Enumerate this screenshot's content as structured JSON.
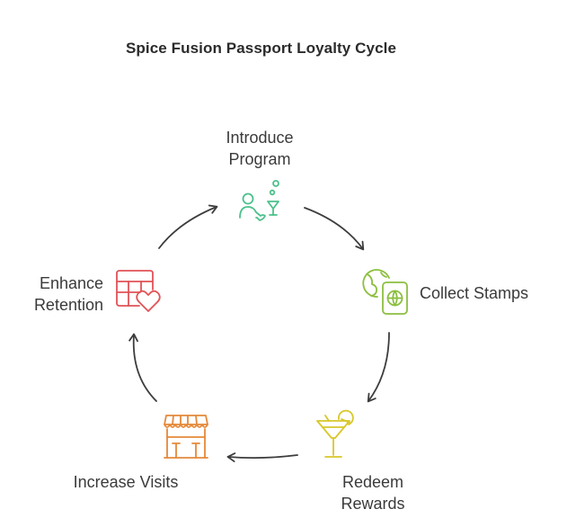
{
  "title": "Spice Fusion Passport Loyalty Cycle",
  "colors": {
    "arrow": "#3d3d3d",
    "introduce": "#4cc08b",
    "collect": "#8cbf3f",
    "redeem": "#d8c72a",
    "visits": "#e5893a",
    "retention": "#e05357"
  },
  "steps": [
    {
      "id": "introduce",
      "label_lines": [
        "Introduce",
        "Program"
      ],
      "icon": "person-with-cocktail-icon"
    },
    {
      "id": "collect",
      "label_lines": [
        "Collect Stamps"
      ],
      "icon": "globe-passport-icon"
    },
    {
      "id": "redeem",
      "label_lines": [
        "Redeem",
        "Rewards"
      ],
      "icon": "cocktail-glass-icon"
    },
    {
      "id": "visits",
      "label_lines": [
        "Increase Visits"
      ],
      "icon": "storefront-bar-icon"
    },
    {
      "id": "retention",
      "label_lines": [
        "Enhance",
        "Retention"
      ],
      "icon": "calendar-heart-icon"
    }
  ]
}
